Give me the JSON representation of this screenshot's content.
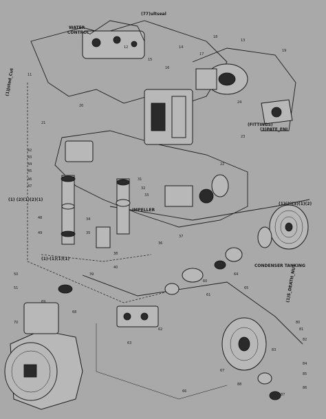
{
  "labels": {
    "water_control": [
      "WATER",
      "CONTROL"
    ],
    "top": "(77)ultseal",
    "left_vertical": "(1)Jstad_Cut",
    "fitting": "(FITTINGS)",
    "impeller": "IMPELLER",
    "condenser": "CONDENSER TANKING",
    "left_mid": "(1) (2)(1)(2)(1)",
    "left_low": "(1)-(1)(1)(1)",
    "ring_top": "(1)(2)(3)(1)(2)",
    "right_top": "(3)PATE_ENI",
    "right_vertical": "(1)S_DEATH_NUT"
  },
  "callouts": {
    "main_body": [
      "12",
      "15",
      "16",
      "14",
      "17",
      "18",
      "13",
      "19",
      "20",
      "21",
      "22",
      "23",
      "11",
      "24"
    ],
    "left_stack": [
      "42",
      "43",
      "44",
      "45",
      "46",
      "47",
      "48",
      "49",
      "50",
      "51"
    ],
    "center": [
      "31",
      "32",
      "33",
      "34",
      "35",
      "36",
      "37",
      "38",
      "39",
      "40"
    ],
    "lower": [
      "60",
      "61",
      "62",
      "63",
      "64",
      "65",
      "66",
      "67",
      "68",
      "69",
      "70"
    ],
    "right_lower": [
      "80",
      "81",
      "82",
      "83",
      "84",
      "85",
      "86",
      "87",
      "88"
    ]
  }
}
